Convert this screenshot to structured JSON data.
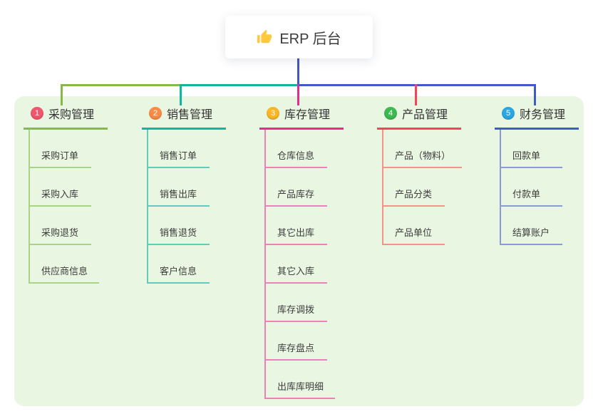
{
  "root": {
    "title": "ERP 后台",
    "icon": "thumbs-up-icon"
  },
  "connector_color": "#4356c5",
  "panel_color": "#e9f6e2",
  "branches": [
    {
      "badge": "1",
      "title": "采购管理",
      "badge_color": "#f0566c",
      "color": "#85b94a",
      "child_color": "#a9d487",
      "children": [
        "采购订单",
        "采购入库",
        "采购退货",
        "供应商信息"
      ]
    },
    {
      "badge": "2",
      "title": "销售管理",
      "badge_color": "#f98b46",
      "color": "#12b5a5",
      "child_color": "#63cabb",
      "children": [
        "销售订单",
        "销售出库",
        "销售退货",
        "客户信息"
      ]
    },
    {
      "badge": "3",
      "title": "库存管理",
      "badge_color": "#f9b626",
      "color": "#e62a8e",
      "child_color": "#ef7fb8",
      "children": [
        "仓库信息",
        "产品库存",
        "其它出库",
        "其它入库",
        "库存调拨",
        "库存盘点",
        "出库库明细"
      ]
    },
    {
      "badge": "4",
      "title": "产品管理",
      "badge_color": "#3cb950",
      "color": "#f4445a",
      "child_color": "#f79289",
      "children": [
        "产品（物料）",
        "产品分类",
        "产品单位"
      ]
    },
    {
      "badge": "5",
      "title": "财务管理",
      "badge_color": "#2aa7e0",
      "color": "#3f5bc6",
      "child_color": "#8b9bd8",
      "children": [
        "回款单",
        "付款单",
        "结算账户"
      ]
    }
  ]
}
